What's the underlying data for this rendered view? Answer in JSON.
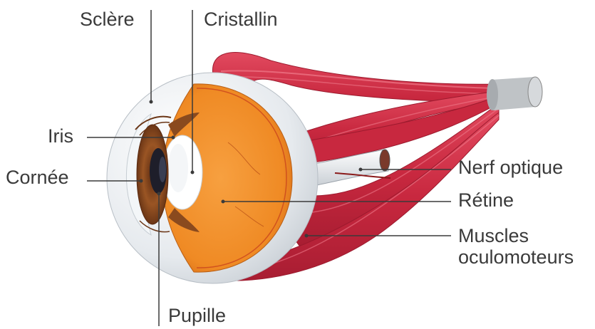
{
  "labels": {
    "sclere": "Sclère",
    "cristallin": "Cristallin",
    "iris": "Iris",
    "cornee": "Cornée",
    "nerf_optique": "Nerf optique",
    "retine": "Rétine",
    "muscles_line1": "Muscles",
    "muscles_line2": "oculomoteurs",
    "pupille": "Pupille"
  },
  "colors": {
    "muscle": "#c8283f",
    "muscle_highlight": "#ef7a8a",
    "retina": "#f28c28",
    "retina_dark": "#e0731a",
    "sclera": "#e7ebee",
    "iris": "#8a4a1e",
    "leader_line": "#3a3a3a",
    "text": "#3a3a3a"
  }
}
